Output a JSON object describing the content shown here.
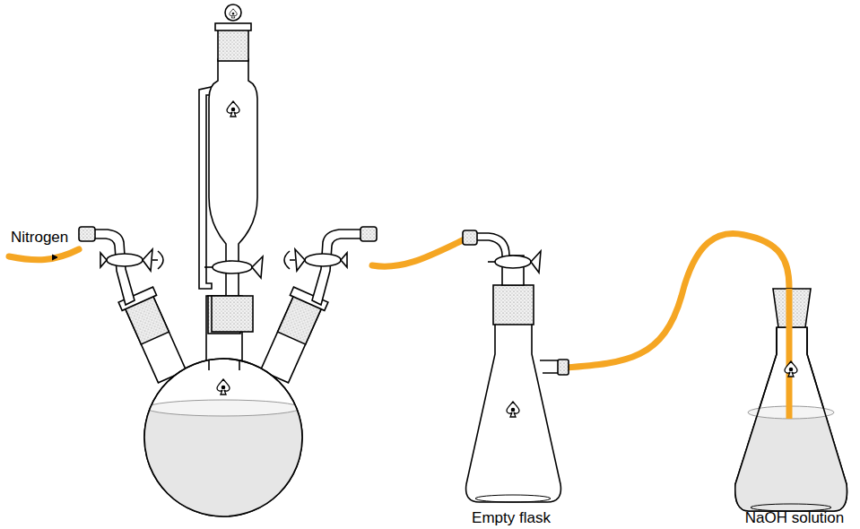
{
  "diagram": {
    "labels": [
      "Nitrogen",
      "Empty flask",
      "NaOH solution"
    ]
  }
}
